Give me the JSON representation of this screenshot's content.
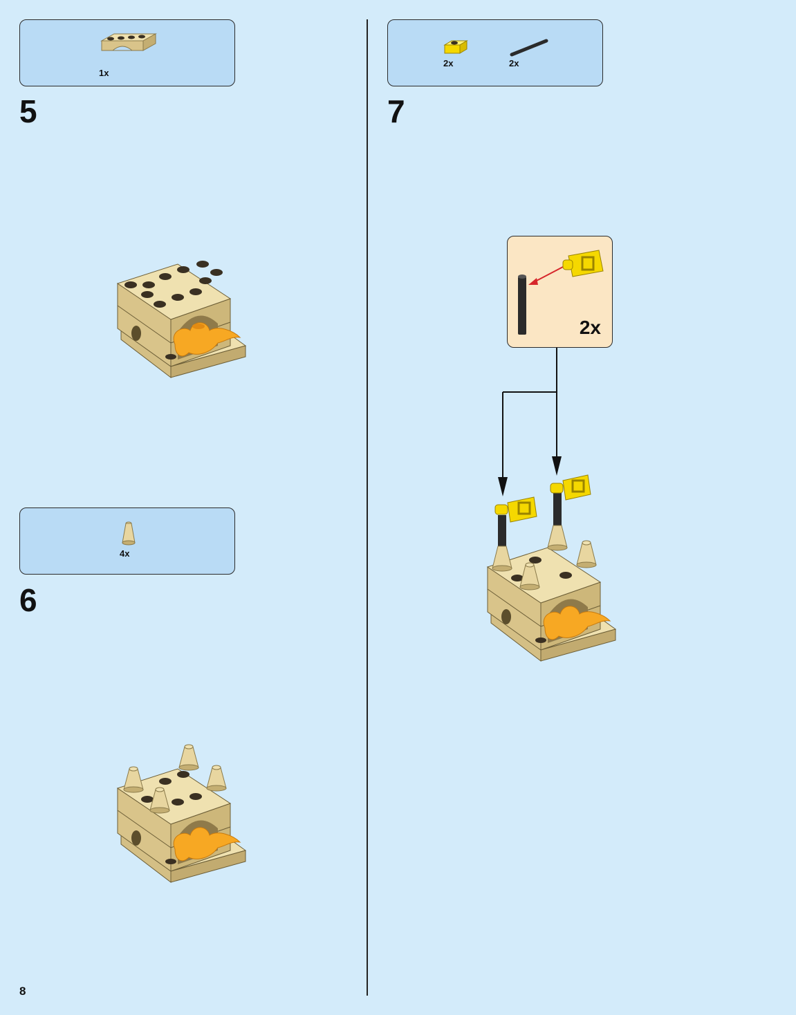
{
  "page_number": "8",
  "steps": [
    {
      "number": "5",
      "parts": [
        {
          "name": "tan-arch-brick-icon",
          "qty": "1x"
        }
      ]
    },
    {
      "number": "6",
      "parts": [
        {
          "name": "tan-cone-icon",
          "qty": "4x"
        }
      ]
    },
    {
      "number": "7",
      "parts": [
        {
          "name": "yellow-flag-clip-icon",
          "qty": "2x"
        },
        {
          "name": "black-bar-icon",
          "qty": "2x"
        }
      ],
      "callout": {
        "qty": "2x"
      }
    }
  ],
  "colors": {
    "background": "#d3ebfa",
    "parts_box": "#b9dbf5",
    "callout": "#fbe6c4",
    "tan": "#d9c48a",
    "yellow": "#f5d800",
    "flame": "#f7a823",
    "arrow_red": "#d6262b"
  }
}
